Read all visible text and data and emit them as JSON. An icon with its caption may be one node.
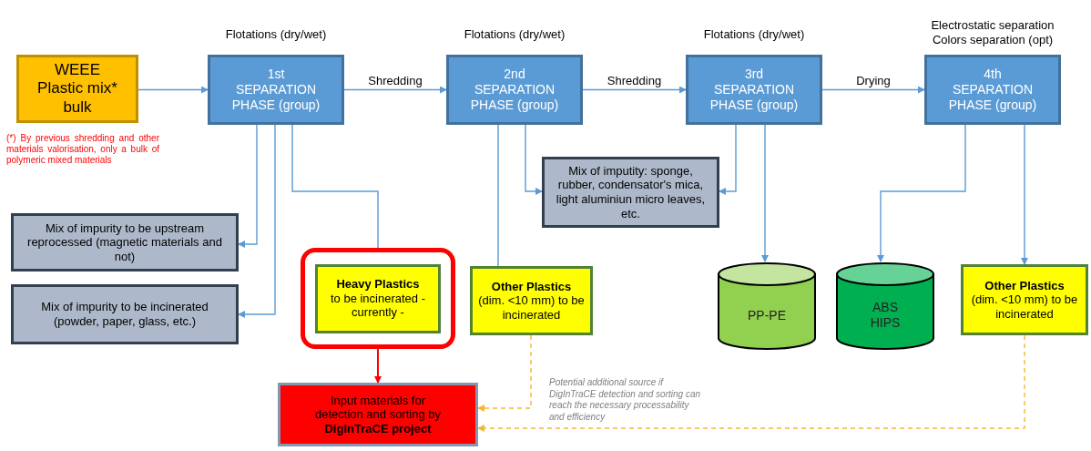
{
  "diagram": {
    "nodes": [
      {
        "text": [
          "WEEE Plastic mix* bulk"
        ],
        "beside": [
          "(*) By previous shredding and other materials valorisation, only a bulk of polymeric mixed materials"
        ]
      },
      {
        "text": [
          "1st SEPARATION PHASE (group)"
        ],
        "beside": [
          "Flotations (dry/wet)"
        ]
      },
      {
        "text": [
          "2nd SEPARATION PHASE (group)"
        ],
        "beside": [
          "Flotations (dry/wet)"
        ]
      },
      {
        "text": [
          "3rd SEPARATION PHASE (group)"
        ],
        "beside": [
          "Flotations (dry/wet)"
        ]
      },
      {
        "text": [
          "4th SEPARATION PHASE (group)"
        ],
        "beside": [
          "Electrostatic separation Colors separation (opt)"
        ]
      },
      {
        "text": [
          "Mix of imputity: sponge, rubber, condensator's mica, light aluminiun micro leaves, etc."
        ]
      },
      {
        "text": [
          "Mix of impurity to be upstream reprocessed (magnetic materials and not)"
        ]
      },
      {
        "text": [
          "Mix of impurity to be incinerated (powder, paper, glass, etc.)"
        ]
      },
      {
        "text": [],
        "shape": "box"
      },
      {
        "text": [
          "Heavy Plastics",
          "to be incinerated - currently -"
        ],
        "in": 8
      },
      {
        "text": [
          "Other Plastics",
          "(dim. <10 mm) to be incinerated"
        ]
      },
      {
        "text": [
          "PP-PE"
        ]
      },
      {
        "text": [
          "ABS HIPS"
        ]
      },
      {
        "text": [
          "Other Plastics",
          "(dim. <10 mm) to be incinerated"
        ]
      },
      {
        "text": [
          "Input materials for detection and sorting by **DigInTraCE project**"
        ]
      }
    ],
    "edges": [
      {
        "from": 0,
        "to": 1,
        "arrow": "to"
      },
      {
        "from": 1,
        "to": 2,
        "arrow": "to",
        "label": "Shredding"
      },
      {
        "from": 2,
        "to": 3,
        "arrow": "to",
        "label": "Shredding"
      },
      {
        "from": 3,
        "to": 4,
        "arrow": "to",
        "label": "Drying"
      },
      {
        "from": 1,
        "to": 6,
        "arrow": "to"
      },
      {
        "from": 1,
        "to": 7,
        "arrow": "to"
      },
      {
        "from": 1,
        "to": 9,
        "arrow": "to"
      },
      {
        "from": 2,
        "to": 5,
        "arrow": "to"
      },
      {
        "from": 2,
        "to": 10,
        "arrow": "none"
      },
      {
        "from": 3,
        "to": 5,
        "arrow": "to"
      },
      {
        "from": 3,
        "to": 11,
        "arrow": "to"
      },
      {
        "from": 4,
        "to": 12,
        "arrow": "to"
      },
      {
        "from": 4,
        "to": 13,
        "arrow": "to"
      },
      {
        "from": 9,
        "to": 14,
        "arrow": "to",
        "color": "#ff0000"
      },
      {
        "from": 10,
        "to": 14,
        "arrow": "to",
        "style": "dashed",
        "color": "#f5b731"
      },
      {
        "from": 13,
        "to": 14,
        "arrow": "to",
        "style": "dashed",
        "color": "#f5b731"
      }
    ],
    "labels": [
      "Potential additional source if DigInTraCE detection and sorting can reach the necessary processability and efficiency"
    ]
  }
}
